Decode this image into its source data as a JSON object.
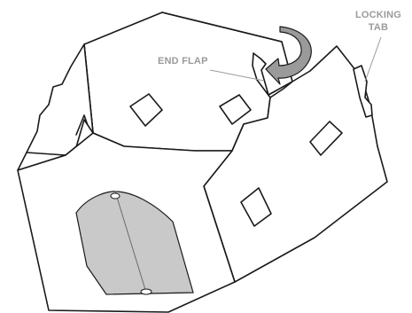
{
  "labels": {
    "end_flap": "END FLAP",
    "locking_tab_line1": "LOCKING",
    "locking_tab_line2": "TAB"
  },
  "colors": {
    "outline": "#1a1a1a",
    "label_gray": "#9a9a9a",
    "door_fill": "#c9c9c9",
    "arrow_fill": "#9a9a9a"
  },
  "icons": {
    "rotation_arrow": "curved-arrow-icon"
  }
}
